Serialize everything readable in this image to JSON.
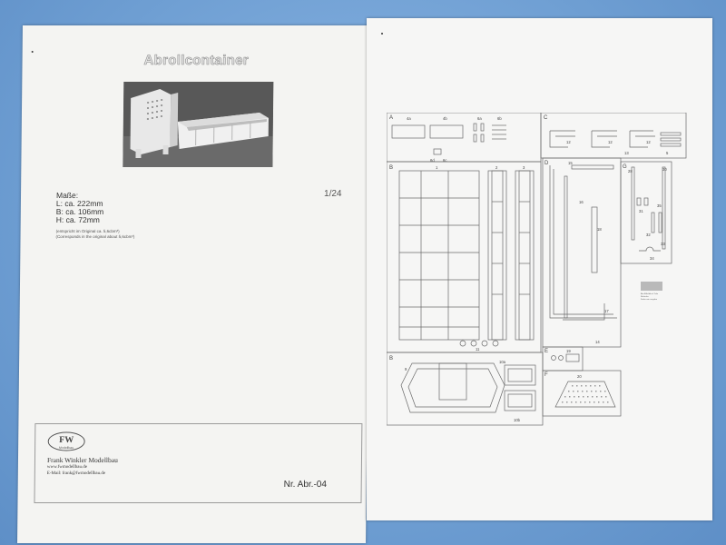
{
  "left_sheet": {
    "title": "Abrollcontainer",
    "scale": "1/24",
    "specs": [
      "Maße:",
      "L: ca. 222mm",
      "B: ca. 106mm",
      "H: ca.  72mm"
    ],
    "notes": [
      "(entspricht im Original ca. 5,6cbm³)",
      "(Corresponds in the original about 5,6cbm³)"
    ],
    "logo": "FW",
    "logo_sub": "Modellbau",
    "company": "Frank Winkler Modellbau",
    "website": "www.fwmodellbau.de",
    "email": "E-Mail: frank@fwmodellbau.de",
    "article_no": "Nr. Abr.-04"
  },
  "right_sheet": {
    "sections": [
      "A",
      "B",
      "C",
      "D",
      "E",
      "F",
      "G",
      "B"
    ],
    "part_labels": [
      "4a",
      "4b",
      "6a",
      "6b",
      "6d",
      "6c",
      "1",
      "2",
      "3",
      "11",
      "12",
      "12",
      "12",
      "13",
      "5",
      "15",
      "16",
      "18",
      "17",
      "14",
      "28",
      "30",
      "31",
      "35",
      "32",
      "33",
      "34",
      "10a",
      "10b",
      "9",
      "19",
      "20"
    ],
    "swatch_note": [
      "Alu-Riffelblech Teile",
      "Riefenlnr",
      "Farbe wie vorgabe"
    ]
  },
  "colors": {
    "background": "#6f9fd3",
    "paper": "#f4f4f2",
    "line": "#555555"
  }
}
